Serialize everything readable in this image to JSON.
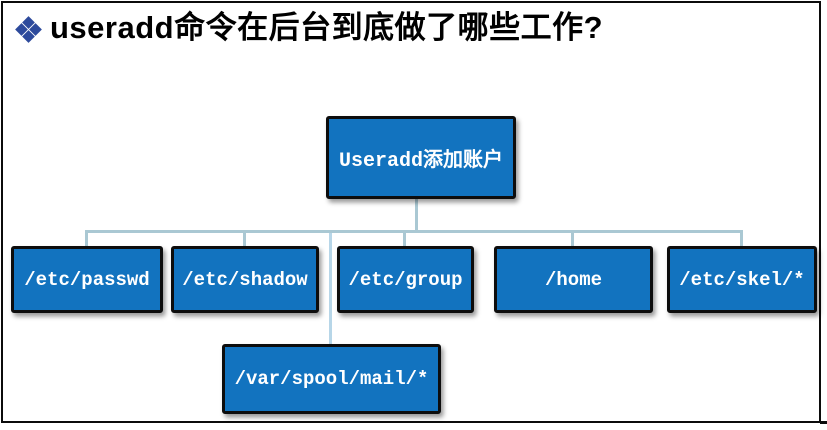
{
  "title": {
    "bullet_glyph": "four-diamond-bullet",
    "text": "useradd命令在后台到底做了哪些工作?"
  },
  "diagram": {
    "root": {
      "label": "Useradd添加账户"
    },
    "children": [
      {
        "id": "etc-passwd",
        "label": "/etc/passwd"
      },
      {
        "id": "etc-shadow",
        "label": "/etc/shadow"
      },
      {
        "id": "etc-group",
        "label": "/etc/group"
      },
      {
        "id": "home",
        "label": "/home"
      },
      {
        "id": "etc-skel",
        "label": "/etc/skel/*"
      },
      {
        "id": "var-spool-mail",
        "label": "/var/spool/mail/*"
      }
    ]
  },
  "colors": {
    "node_fill": "#1273bf",
    "node_border": "#0d0d0d",
    "connector": "#aac8d3",
    "connector_drop": "#b7d6e8",
    "bullet": "#2d4a9c",
    "title_color": "#000000",
    "node_text": "#ffffff",
    "frame": "#0b0b0b"
  }
}
